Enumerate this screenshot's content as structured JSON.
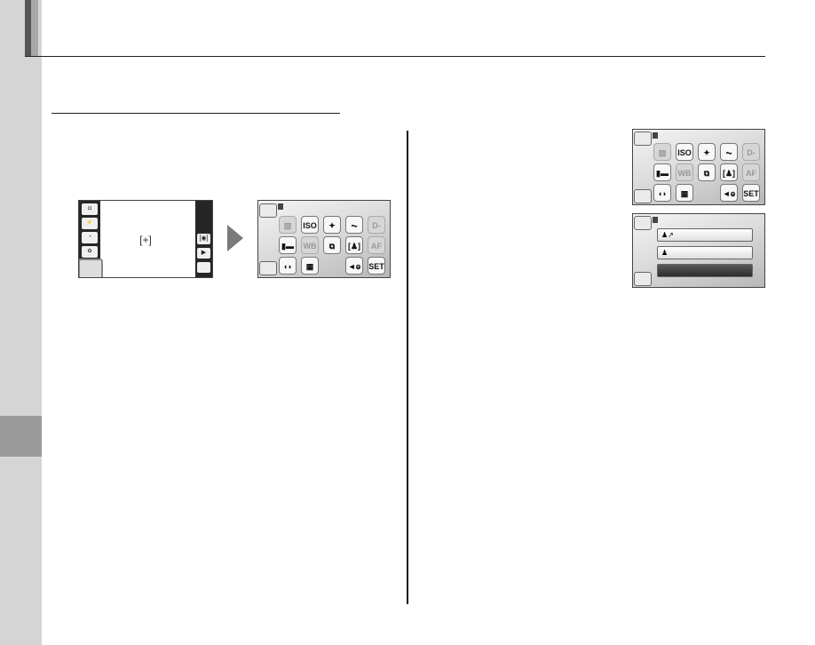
{
  "page": {
    "background": "#ffffff",
    "side_strip_color": "#d5d5d5",
    "side_tab_color": "#9b9b9b"
  },
  "shooting_screen": {
    "left_buttons": [
      "◘",
      "⚡",
      "◔",
      "✿",
      ""
    ],
    "right_buttons": [
      "[◉]",
      "▶",
      ""
    ],
    "focus_frame": "[+]"
  },
  "menu_icons": [
    "▨",
    "ISO",
    "✦",
    "⏦",
    "D-Rg",
    "▮▬",
    "WB",
    "⧉",
    "[♟]",
    "AF",
    "◖◗",
    "▦",
    "◄ⱺ",
    "SET"
  ],
  "menu_icon_dimmed": [
    true,
    false,
    false,
    false,
    true,
    false,
    true,
    false,
    false,
    true,
    false,
    false,
    false,
    false
  ],
  "option_menu": {
    "rows": [
      "♟↗",
      "♟",
      ""
    ]
  }
}
